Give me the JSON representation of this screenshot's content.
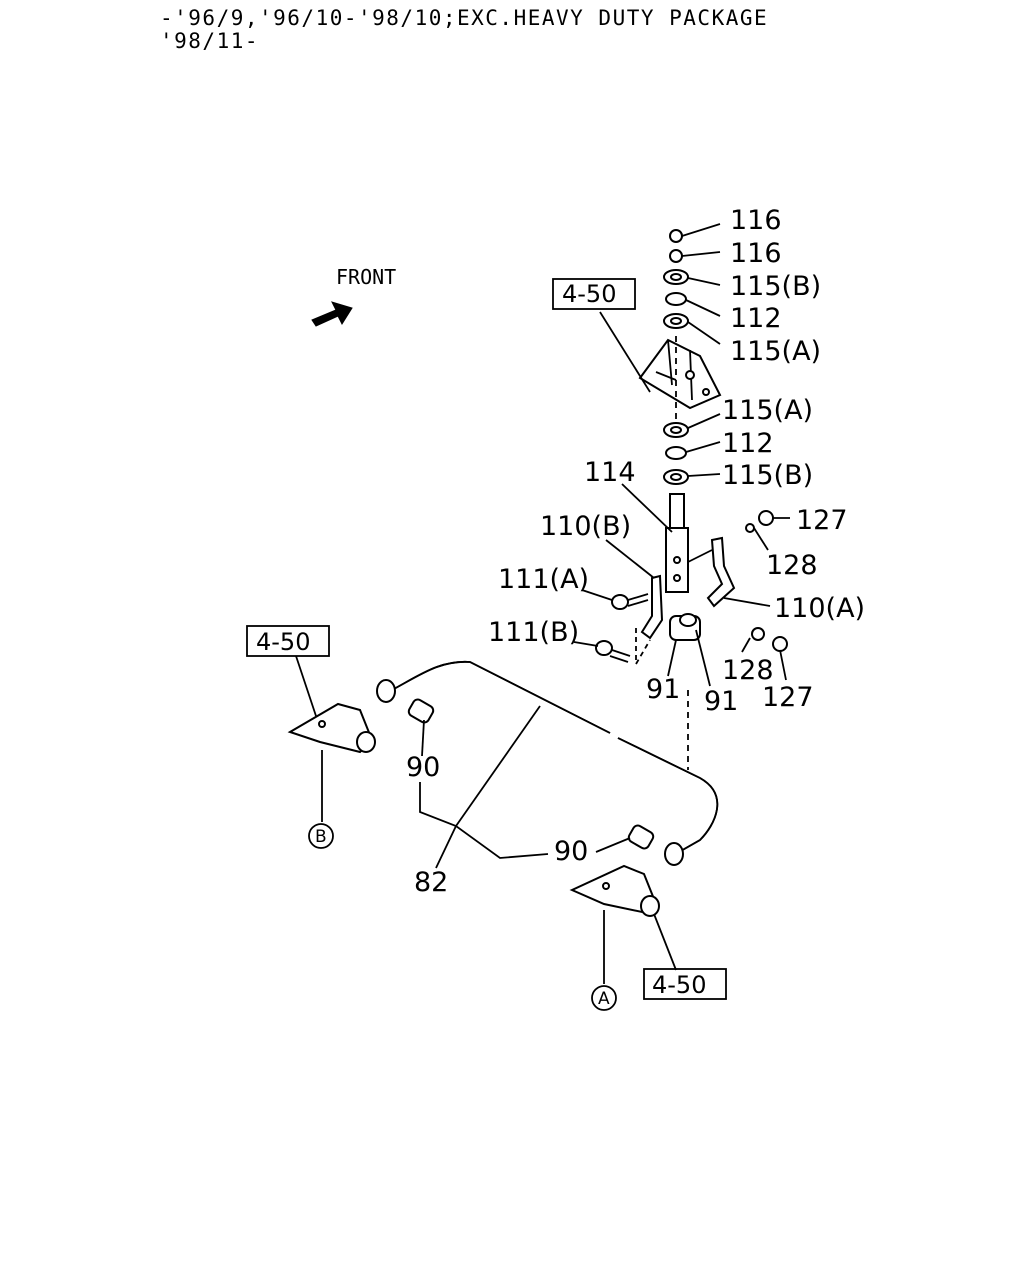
{
  "header": {
    "line1": "-'96/9,'96/10-'98/10;EXC.HEAVY DUTY PACKAGE",
    "line2": "'98/11-"
  },
  "front_label": "FRONT",
  "ref_boxes": {
    "top": "4-50",
    "left": "4-50",
    "bottom": "4-50"
  },
  "circled": {
    "a": "A",
    "b": "B"
  },
  "callouts": {
    "c116_1": "116",
    "c116_2": "116",
    "c115b_1": "115(B)",
    "c112_1": "112",
    "c115a_1": "115(A)",
    "c115a_2": "115(A)",
    "c112_2": "112",
    "c115b_2": "115(B)",
    "c114": "114",
    "c127_1": "127",
    "c128_1": "128",
    "c110b": "110(B)",
    "c110a": "110(A)",
    "c111a": "111(A)",
    "c111b": "111(B)",
    "c128_2": "128",
    "c127_2": "127",
    "c91_1": "91",
    "c91_2": "91",
    "c90_1": "90",
    "c90_2": "90",
    "c82": "82"
  }
}
